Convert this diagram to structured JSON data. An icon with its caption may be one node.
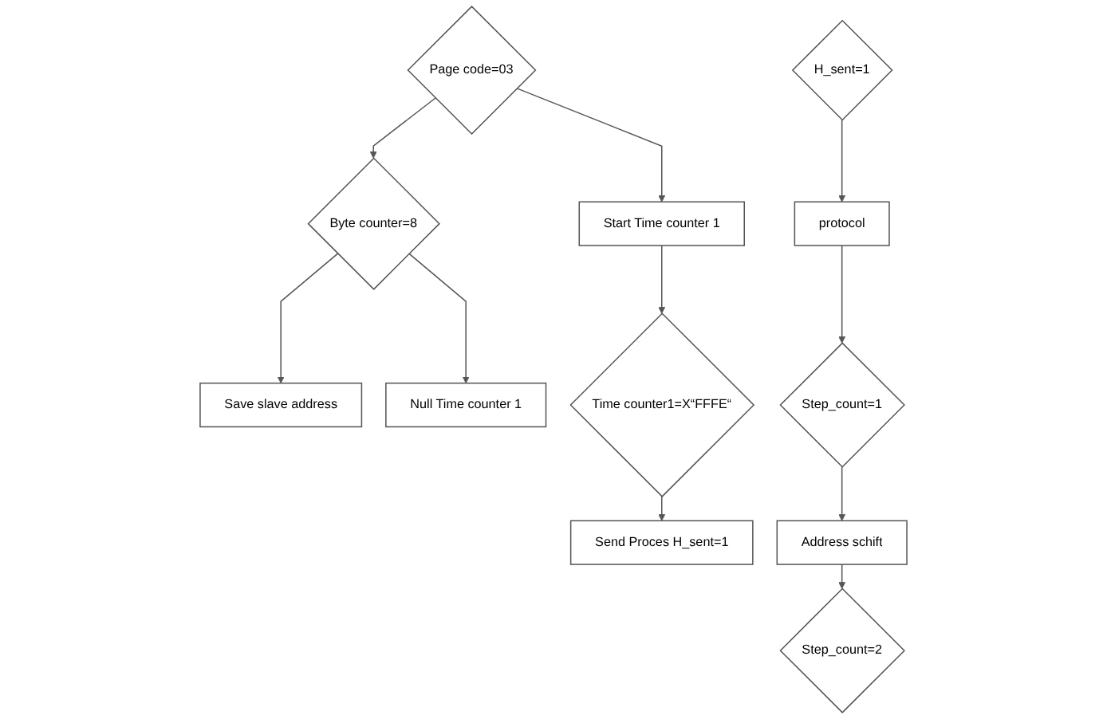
{
  "diagram": {
    "nodes": [
      {
        "text": [
          "Page code=03"
        ]
      },
      {
        "text": [
          "Byte counter=8"
        ]
      },
      {
        "text": [
          "Save slave address"
        ]
      },
      {
        "text": [
          "Null Time counter 1"
        ]
      },
      {
        "text": [
          "Start Time counter 1"
        ]
      },
      {
        "text": [
          "Time counter1=X“FFFE“"
        ]
      },
      {
        "text": [
          "Send Proces H_sent=1"
        ]
      },
      {
        "text": [
          "H_sent=1"
        ]
      },
      {
        "text": [
          "protocol"
        ]
      },
      {
        "text": [
          "Step_count=1"
        ]
      },
      {
        "text": [
          "Address schift"
        ]
      },
      {
        "text": [
          "Step_count=2"
        ]
      }
    ],
    "edges": [
      {
        "from": 0,
        "to": 1,
        "arrow": "to"
      },
      {
        "from": 0,
        "to": 4,
        "arrow": "to"
      },
      {
        "from": 1,
        "to": 2,
        "arrow": "to"
      },
      {
        "from": 1,
        "to": 3,
        "arrow": "to"
      },
      {
        "from": 4,
        "to": 5,
        "arrow": "to"
      },
      {
        "from": 5,
        "to": 6,
        "arrow": "to"
      },
      {
        "from": 7,
        "to": 8,
        "arrow": "to"
      },
      {
        "from": 8,
        "to": 9,
        "arrow": "to"
      },
      {
        "from": 9,
        "to": 10,
        "arrow": "to"
      },
      {
        "from": 10,
        "to": 11,
        "arrow": "to"
      }
    ]
  }
}
